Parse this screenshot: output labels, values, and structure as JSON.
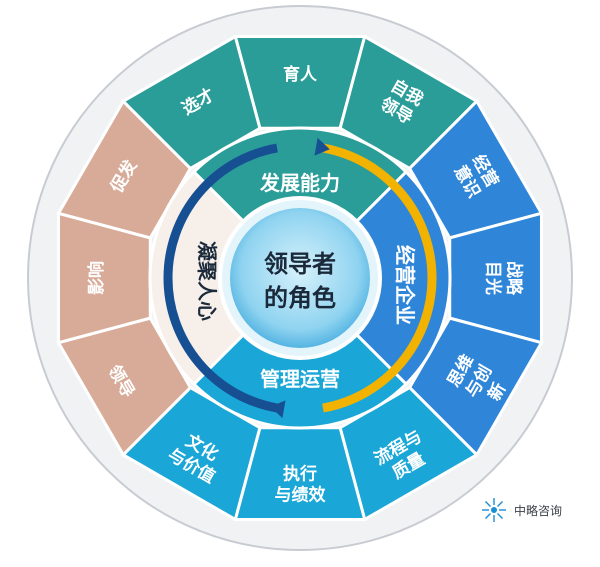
{
  "center": {
    "line1": "领导者",
    "line2": "的角色"
  },
  "quadrants": {
    "top": "发展能力",
    "right": "经营企业",
    "bottom": "管理运营",
    "left": "凝聚人心"
  },
  "outer": [
    {
      "id": "yuren",
      "lines": [
        "育人"
      ]
    },
    {
      "id": "ziwo",
      "lines": [
        "自我",
        "领导"
      ]
    },
    {
      "id": "jingying",
      "lines": [
        "经营",
        "意识"
      ]
    },
    {
      "id": "zhanlue",
      "lines": [
        "战略",
        "目光"
      ]
    },
    {
      "id": "siwei",
      "lines": [
        "思维",
        "与创",
        "新"
      ]
    },
    {
      "id": "liucheng",
      "lines": [
        "流程与",
        "质量"
      ]
    },
    {
      "id": "zhixing",
      "lines": [
        "执行",
        "与绩效"
      ]
    },
    {
      "id": "wenhua",
      "lines": [
        "文化",
        "与价值"
      ]
    },
    {
      "id": "lingdao",
      "lines": [
        "领导"
      ]
    },
    {
      "id": "yingxiang",
      "lines": [
        "影响"
      ]
    },
    {
      "id": "cufa",
      "lines": [
        "促发"
      ]
    },
    {
      "id": "xuancai",
      "lines": [
        "选才"
      ]
    }
  ],
  "logo": {
    "text": "中略咨询"
  },
  "colors": {
    "teal": "#2a9d98",
    "blue": "#2f86d8",
    "cyan": "#1aa6d6",
    "pink": "#d8ab98",
    "yellow": "#f2b200",
    "navy": "#174f93"
  }
}
